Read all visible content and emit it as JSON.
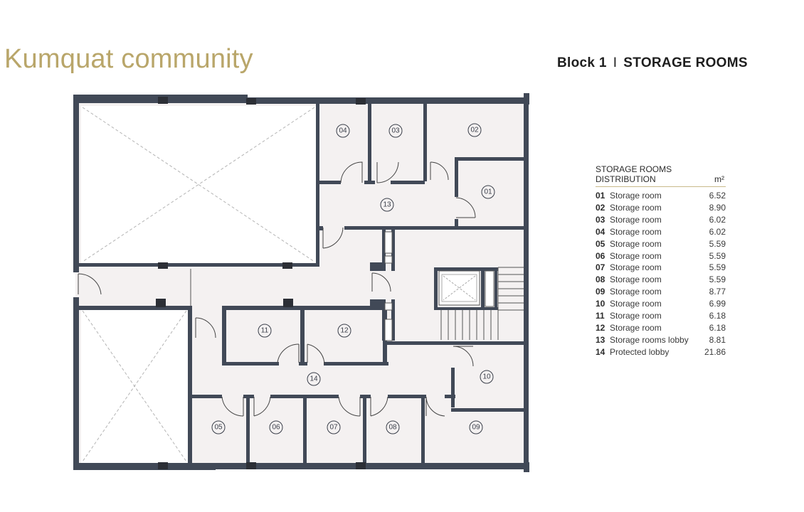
{
  "header": {
    "title": "Kumquat community",
    "block": "Block 1",
    "separator": "I",
    "section": "STORAGE ROOMS"
  },
  "colors": {
    "title_gold": "#b9a66a",
    "wall": "#414957",
    "floor": "#f4f1f1",
    "legend_rule": "#c9b98a"
  },
  "legend": {
    "heading_line1": "STORAGE ROOMS",
    "heading_line2": "DISTRIBUTION",
    "unit": "m²",
    "rows": [
      {
        "num": "01",
        "name": "Storage room",
        "area": "6.52"
      },
      {
        "num": "02",
        "name": "Storage room",
        "area": "8.90"
      },
      {
        "num": "03",
        "name": "Storage room",
        "area": "6.02"
      },
      {
        "num": "04",
        "name": "Storage room",
        "area": "6.02"
      },
      {
        "num": "05",
        "name": "Storage room",
        "area": "5.59"
      },
      {
        "num": "06",
        "name": "Storage room",
        "area": "5.59"
      },
      {
        "num": "07",
        "name": "Storage room",
        "area": "5.59"
      },
      {
        "num": "08",
        "name": "Storage room",
        "area": "5.59"
      },
      {
        "num": "09",
        "name": "Storage room",
        "area": "8.77"
      },
      {
        "num": "10",
        "name": "Storage room",
        "area": "6.99"
      },
      {
        "num": "11",
        "name": "Storage room",
        "area": "6.18"
      },
      {
        "num": "12",
        "name": "Storage room",
        "area": "6.18"
      },
      {
        "num": "13",
        "name": "Storage rooms lobby",
        "area": "8.81"
      },
      {
        "num": "14",
        "name": "Protected lobby",
        "area": "21.86"
      }
    ]
  },
  "plan": {
    "room_labels": {
      "r01": "01",
      "r02": "02",
      "r03": "03",
      "r04": "04",
      "r05": "05",
      "r06": "06",
      "r07": "07",
      "r08": "08",
      "r09": "09",
      "r10": "10",
      "r11": "11",
      "r12": "12",
      "r13": "13",
      "r14": "14"
    }
  }
}
